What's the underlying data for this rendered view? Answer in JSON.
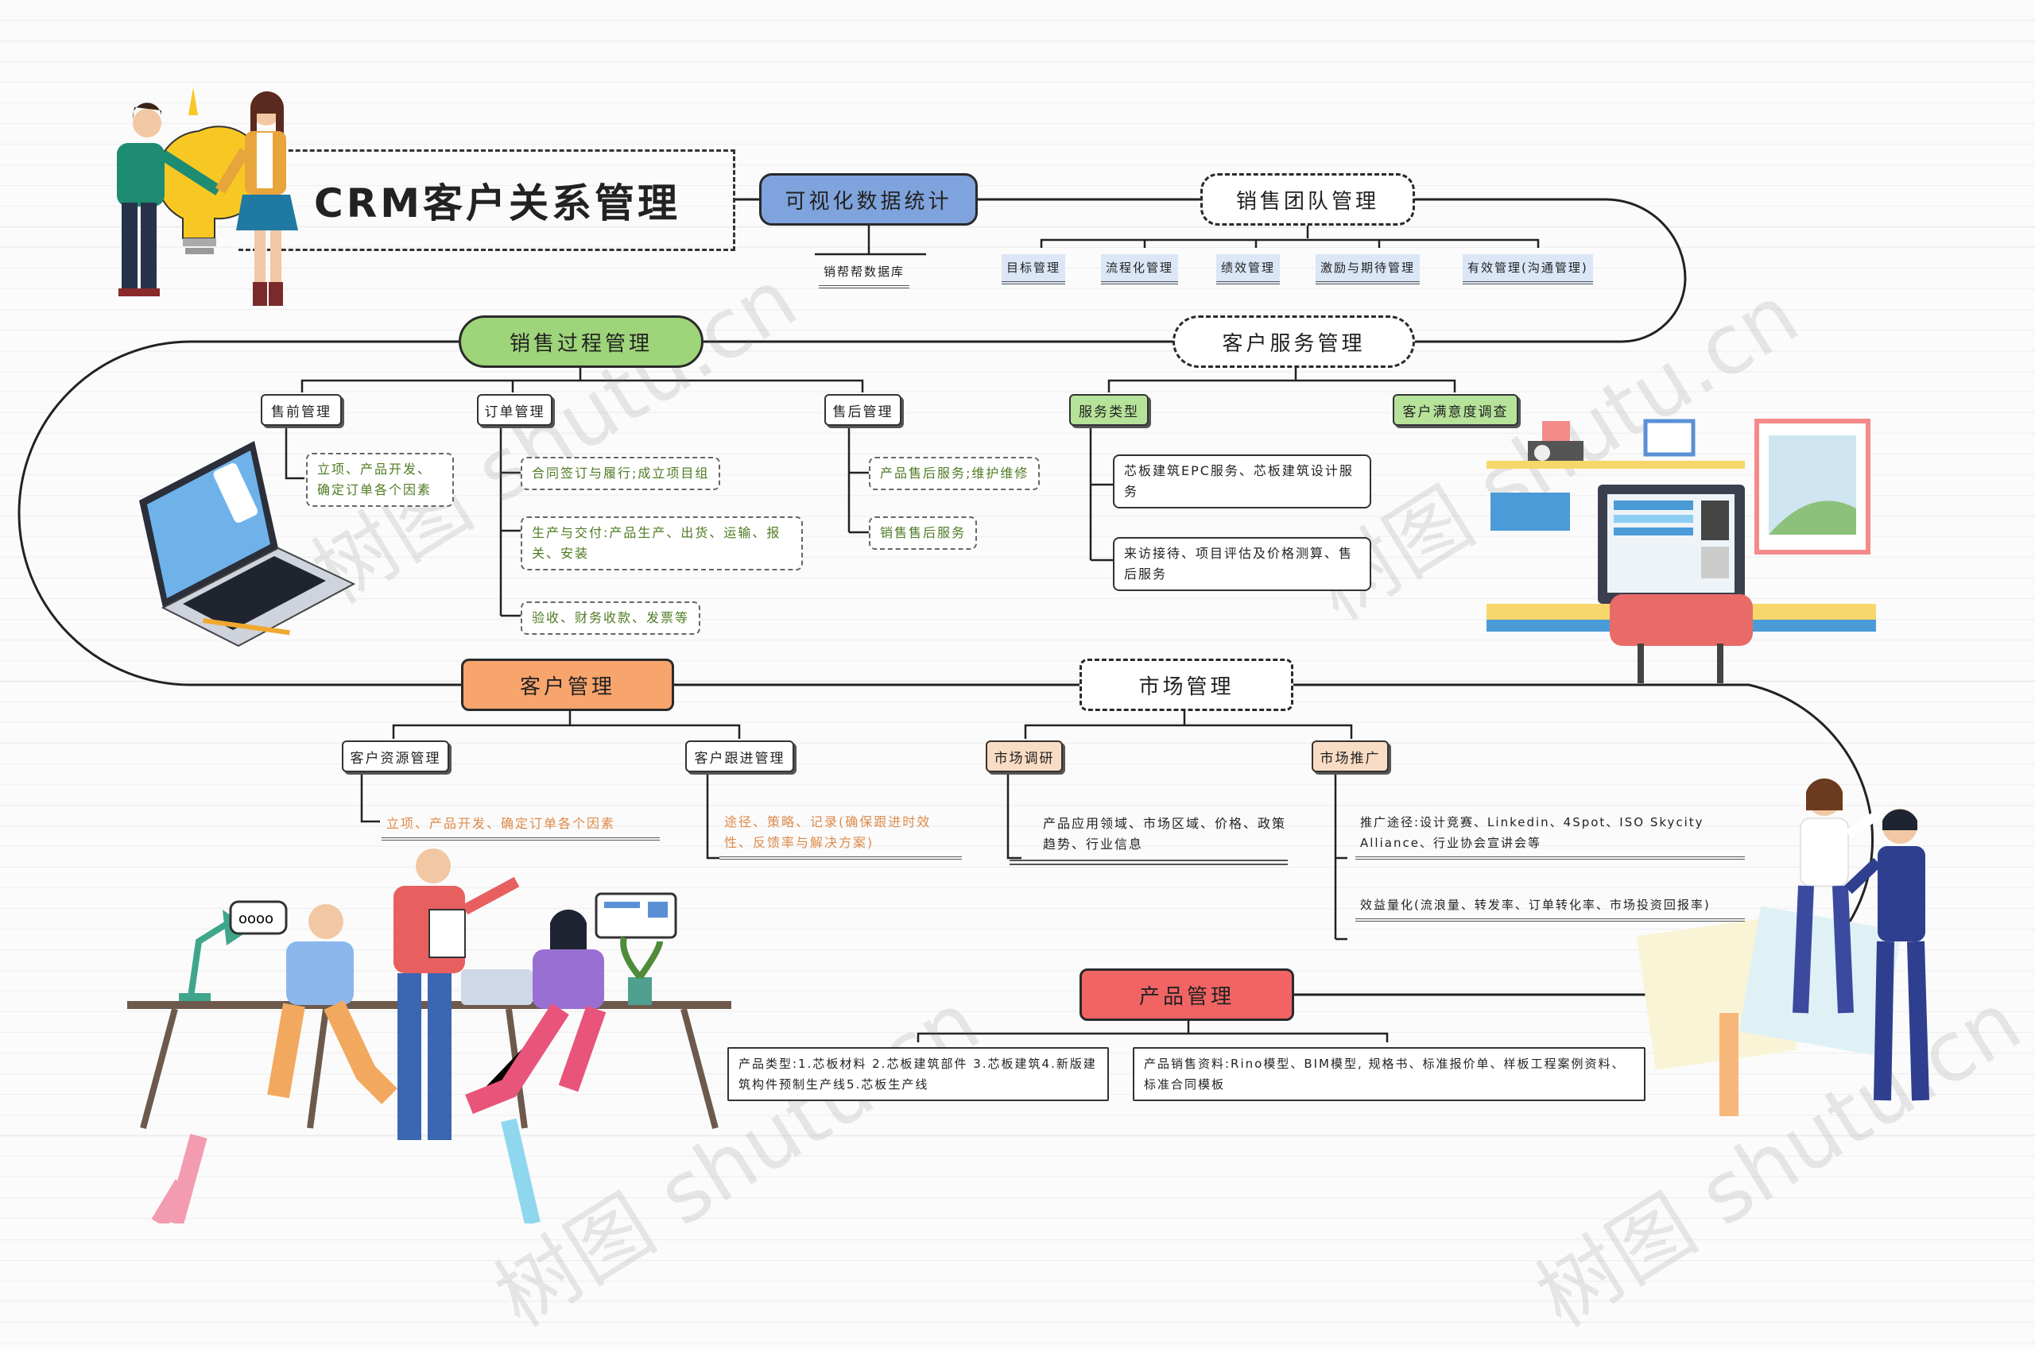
{
  "title": "CRM客户关系管理",
  "watermark": "树图 shutu.cn",
  "colors": {
    "blue": "#7fa3dc",
    "green": "#9ed47a",
    "orange": "#f7a46d",
    "red": "#f26464",
    "line": "#222222",
    "green_text": "#4e7b23",
    "orange_text": "#dd8a4a"
  },
  "visual": {
    "label": "可视化数据统计",
    "children": [
      "销帮帮数据库"
    ]
  },
  "sales_team": {
    "label": "销售团队管理",
    "children": [
      "目标管理",
      "流程化管理",
      "绩效管理",
      "激励与期待管理",
      "有效管理(沟通管理)"
    ]
  },
  "sales_process": {
    "label": "销售过程管理",
    "presale": {
      "label": "售前管理",
      "items": [
        "立项、产品开发、确定订单各个因素"
      ]
    },
    "order": {
      "label": "订单管理",
      "items": [
        "合同签订与履行;成立项目组",
        "生产与交付:产品生产、出货、运输、报关、安装",
        "验收、财务收款、发票等"
      ]
    },
    "aftersale": {
      "label": "售后管理",
      "items": [
        "产品售后服务;维护维修",
        "销售售后服务"
      ]
    }
  },
  "customer_service": {
    "label": "客户服务管理",
    "types": {
      "label": "服务类型",
      "items": [
        "芯板建筑EPC服务、芯板建筑设计服务",
        "来访接待、项目评估及价格测算、售后服务"
      ]
    },
    "survey": {
      "label": "客户满意度调查"
    }
  },
  "customer": {
    "label": "客户管理",
    "resource": {
      "label": "客户资源管理",
      "items": [
        "立项、产品开发、确定订单各个因素"
      ]
    },
    "followup": {
      "label": "客户跟进管理",
      "items": [
        "途径、策略、记录(确保跟进时效性、反馈率与解决方案)"
      ]
    }
  },
  "market": {
    "label": "市场管理",
    "research": {
      "label": "市场调研",
      "items": [
        "产品应用领域、市场区域、价格、政策趋势、行业信息"
      ]
    },
    "promotion": {
      "label": "市场推广",
      "items": [
        "推广途径:设计竞赛、Linkedin、4Spot、ISO Skycity Alliance、行业协会宣讲会等",
        "效益量化(流浪量、转发率、订单转化率、市场投资回报率)"
      ]
    }
  },
  "product": {
    "label": "产品管理",
    "items": [
      "产品类型:1.芯板材料 2.芯板建筑部件 3.芯板建筑4.新版建筑构件预制生产线5.芯板生产线",
      "产品销售资料:Rino模型、BIM模型, 规格书、标准报价单、样板工程案例资料、标准合同模板"
    ]
  },
  "icons": [
    "handshake-people-illustration",
    "lightbulb-icon",
    "laptop-illustration",
    "office-desk-illustration",
    "team-meeting-illustration",
    "business-people-illustration",
    "pencil-icon",
    "plant-icon",
    "desk-lamp-icon"
  ]
}
